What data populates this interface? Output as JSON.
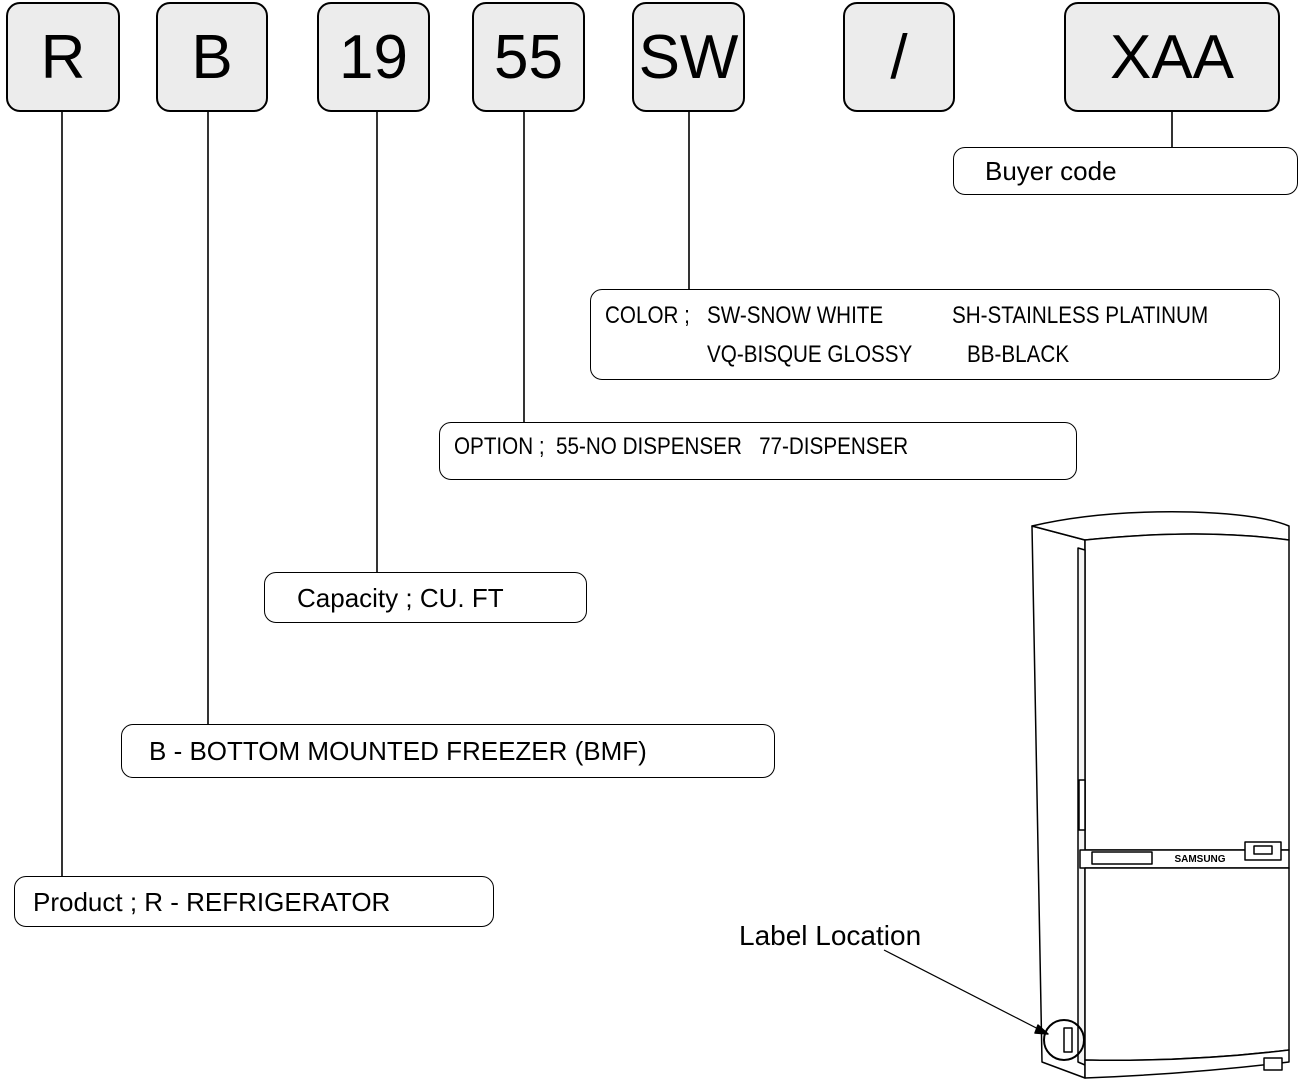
{
  "model_code": {
    "segments": [
      "R",
      "B",
      "19",
      "55",
      "SW",
      "/",
      "XAA"
    ]
  },
  "labels": {
    "buyer": "Buyer code",
    "color_title": "COLOR ;",
    "color_sw": "SW-SNOW WHITE",
    "color_sh": "SH-STAINLESS PLATINUM",
    "color_vq": "VQ-BISQUE GLOSSY",
    "color_bb": "BB-BLACK",
    "option": "OPTION ;  55-NO DISPENSER   77-DISPENSER",
    "capacity": "Capacity ; CU. FT",
    "type": "B - BOTTOM MOUNTED FREEZER (BMF)",
    "product": "Product ; R - REFRIGERATOR"
  },
  "callout": {
    "label_location": "Label Location"
  },
  "fridge": {
    "brand": "SAMSUNG"
  }
}
